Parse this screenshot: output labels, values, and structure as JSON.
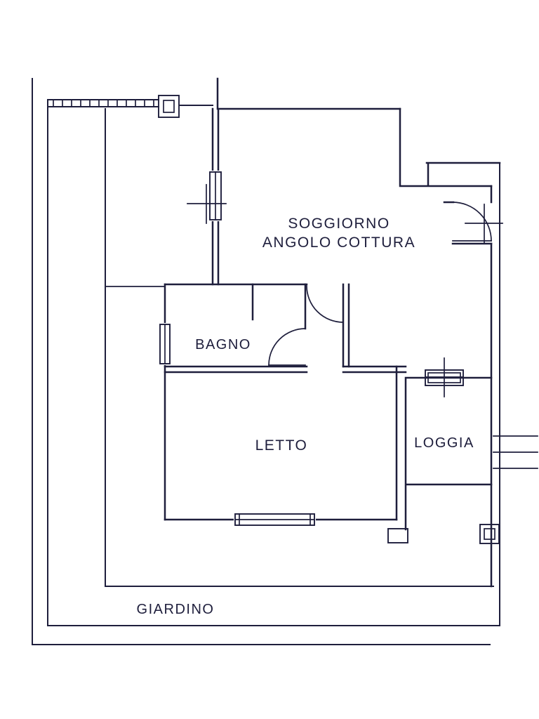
{
  "colors": {
    "line": "#1e1e3c",
    "background": "#ffffff"
  },
  "rooms": {
    "soggiorno": {
      "line1": "SOGGIORNO",
      "line2": "ANGOLO COTTURA"
    },
    "bagno": {
      "label": "BAGNO"
    },
    "letto": {
      "label": "LETTO"
    },
    "loggia": {
      "label": "LOGGIA"
    },
    "giardino": {
      "label": "GIARDINO"
    }
  }
}
